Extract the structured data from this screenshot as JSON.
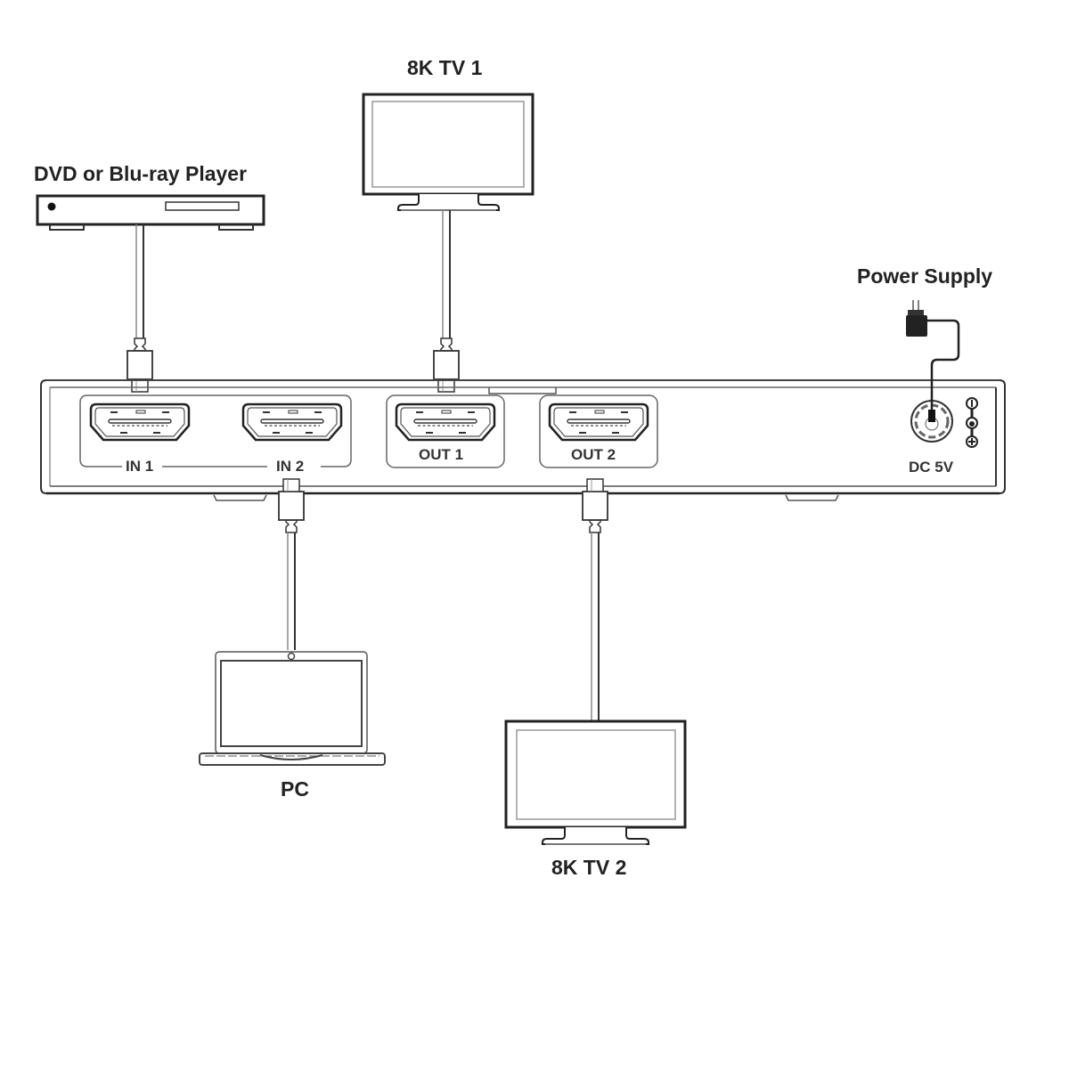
{
  "diagram": {
    "title": "HDMI 2x2 Matrix Switch Connection Diagram",
    "devices": {
      "source_1": {
        "label": "DVD or Blu-ray Player",
        "type": "disc-player"
      },
      "source_2": {
        "label": "PC",
        "type": "laptop"
      },
      "display_1": {
        "label": "8K TV 1",
        "type": "tv"
      },
      "display_2": {
        "label": "8K TV 2",
        "type": "tv"
      },
      "power": {
        "label": "Power Supply",
        "type": "power-adapter"
      }
    },
    "switch": {
      "ports": [
        {
          "id": "in1",
          "label": "IN 1",
          "kind": "input"
        },
        {
          "id": "in2",
          "label": "IN 2",
          "kind": "input"
        },
        {
          "id": "out1",
          "label": "OUT 1",
          "kind": "output"
        },
        {
          "id": "out2",
          "label": "OUT 2",
          "kind": "output"
        }
      ],
      "power_port_label": "DC 5V",
      "polarity_icon": "center-positive-polarity"
    },
    "connections": [
      {
        "from": "DVD or Blu-ray Player",
        "to": "IN 1",
        "cable": "HDMI"
      },
      {
        "from": "PC",
        "to": "IN 2",
        "cable": "HDMI"
      },
      {
        "from": "OUT 1",
        "to": "8K TV 1",
        "cable": "HDMI"
      },
      {
        "from": "OUT 2",
        "to": "8K TV 2",
        "cable": "HDMI"
      },
      {
        "from": "Power Supply",
        "to": "DC 5V",
        "cable": "DC"
      }
    ],
    "colors": {
      "line": "#222222",
      "line_light": "#888888",
      "text": "#222222"
    }
  }
}
